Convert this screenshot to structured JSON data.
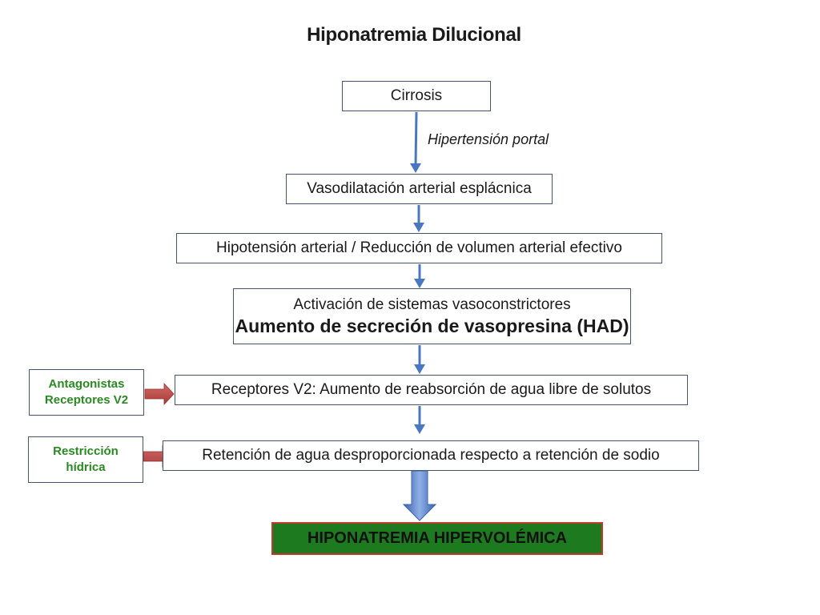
{
  "title": "Hiponatremia Dilucional",
  "nodes": {
    "cirrosis": "Cirrosis",
    "portal_label": "Hipertensión portal",
    "vasodilatacion": "Vasodilatación arterial esplácnica",
    "hipotension": "Hipotensión arterial / Reducción de volumen arterial efectivo",
    "activacion_line1": "Activación de sistemas vasoconstrictores",
    "activacion_line2": "Aumento de secreción de vasopresina (HAD)",
    "receptores": "Receptores V2: Aumento de reabsorción de agua libre de solutos",
    "retencion": "Retención de agua desproporcionada respecto a retención de sodio",
    "final": "HIPONATREMIA HIPERVOLÉMICA"
  },
  "interventions": {
    "antagonistas_line1": "Antagonistas",
    "antagonistas_line2": "Receptores V2",
    "restriccion_line1": "Restricción",
    "restriccion_line2": "hídrica"
  },
  "colors": {
    "box_border": "#44546a",
    "flow_arrow": "#4a78c0",
    "intervention_arrow": "#b94a48",
    "intervention_text": "#2a8a22",
    "final_fill": "#1e7a1e",
    "final_border": "#c0392b"
  }
}
